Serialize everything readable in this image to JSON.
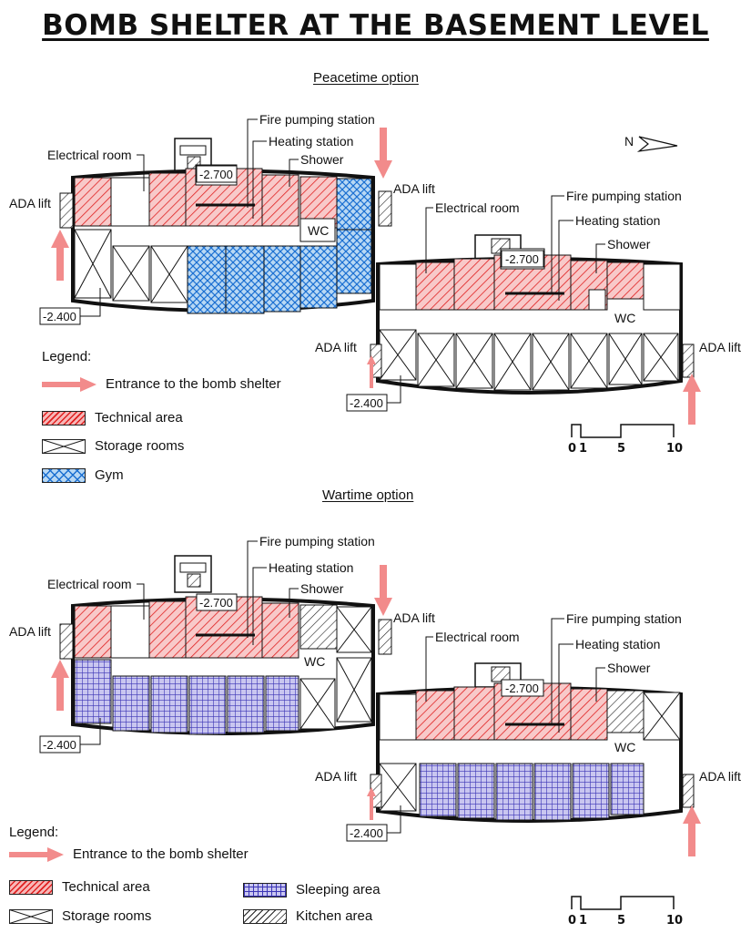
{
  "title": "BOMB SHELTER AT THE BASEMENT LEVEL",
  "peacetime": {
    "label": "Peacetime option",
    "north": "N",
    "labels": {
      "fire_pumping": "Fire pumping station",
      "heating": "Heating station",
      "shower": "Shower",
      "electrical": "Electrical room",
      "wc": "WC",
      "ada_lift": "ADA lift",
      "level_a": "-2.700",
      "level_b": "-2.400"
    },
    "legend": {
      "heading": "Legend:",
      "entrance": "Entrance to the bomb shelter",
      "technical": "Technical area",
      "storage": "Storage rooms",
      "gym": "Gym"
    }
  },
  "wartime": {
    "label": "Wartime option",
    "legend": {
      "heading": "Legend:",
      "entrance": "Entrance to the bomb shelter",
      "technical": "Technical area",
      "storage": "Storage rooms",
      "sleeping": "Sleeping area",
      "kitchen": "Kitchen area"
    }
  },
  "scale": {
    "t0": "0",
    "t1": "1",
    "t5": "5",
    "t10": "10"
  },
  "colors": {
    "technical_fill": "#f8c9c9",
    "technical_hatch": "#e02020",
    "gym_fill": "#b8d8f4",
    "gym_hatch": "#1a6fd1",
    "sleeping_fill": "#c9c6f0",
    "sleeping_grid": "#3a34b5",
    "arrow": "#f28b8b",
    "wall": "#111111"
  }
}
